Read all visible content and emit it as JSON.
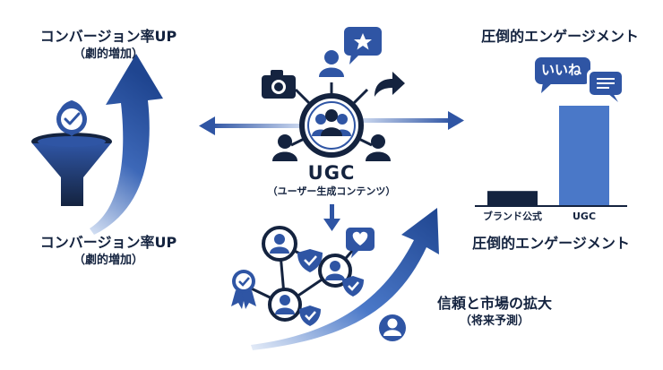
{
  "left_top": {
    "title": "コンバージョン率UP",
    "sub": "（劇的増加）"
  },
  "left_bottom": {
    "title": "コンバージョン率UP",
    "sub": "（劇的増加）"
  },
  "center": {
    "title": "UGC",
    "sub": "（ユーザー生成コンテンツ）"
  },
  "right": {
    "title_top": "圧倒的エンゲージメント",
    "title_bottom": "圧倒的エンゲージメント",
    "like_bubble": "いいね"
  },
  "bottom": {
    "title": "信頼と市場の拡大",
    "sub": "（将来予測）"
  },
  "chart_data": {
    "type": "bar",
    "categories": [
      "ブランド公式",
      "UGC"
    ],
    "values": [
      1.5,
      10
    ],
    "ylim": [
      0,
      10
    ]
  },
  "colors": {
    "dark": "#14233f",
    "mid": "#2f55a4",
    "light": "#4a78c8",
    "grad_start": "#9fb8e3"
  }
}
